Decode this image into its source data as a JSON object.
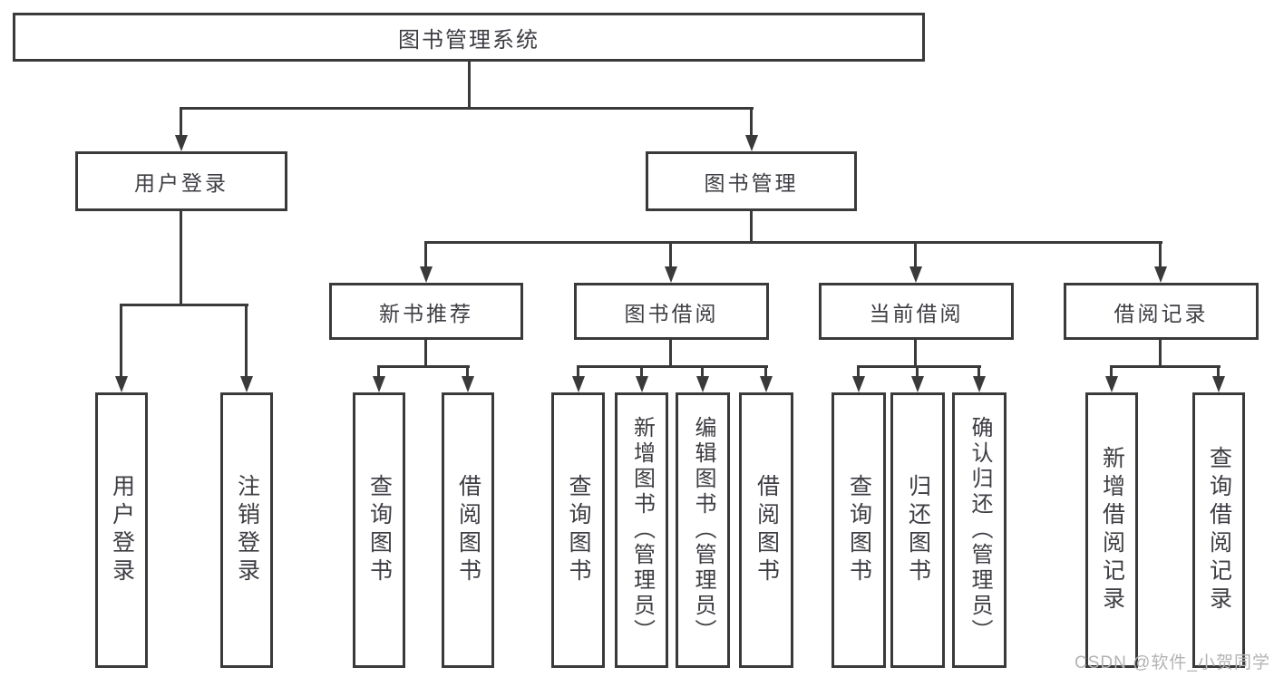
{
  "diagram": {
    "title": "图书管理系统",
    "level2": [
      {
        "label": "用户登录"
      },
      {
        "label": "图书管理"
      }
    ],
    "level3": [
      {
        "label": "新书推荐"
      },
      {
        "label": "图书借阅"
      },
      {
        "label": "当前借阅"
      },
      {
        "label": "借阅记录"
      }
    ],
    "leaves": {
      "user_login": [
        "用户登录",
        "注销登录"
      ],
      "new_book": [
        "查询图书",
        "借阅图书"
      ],
      "book_borrow": [
        "查询图书",
        "新增图书（管理员）",
        "编辑图书（管理员）",
        "借阅图书"
      ],
      "current_borrow": [
        "查询图书",
        "归还图书",
        "确认归还（管理员）"
      ],
      "borrow_record": [
        "新增借阅记录",
        "查询借阅记录"
      ]
    }
  },
  "watermark": {
    "text": "CSDN @软件_小贺同学"
  },
  "colors": {
    "line": "#3a3a3a",
    "text": "#3d3d43",
    "watermark": "#b3b3b3",
    "background": "#ffffff"
  }
}
